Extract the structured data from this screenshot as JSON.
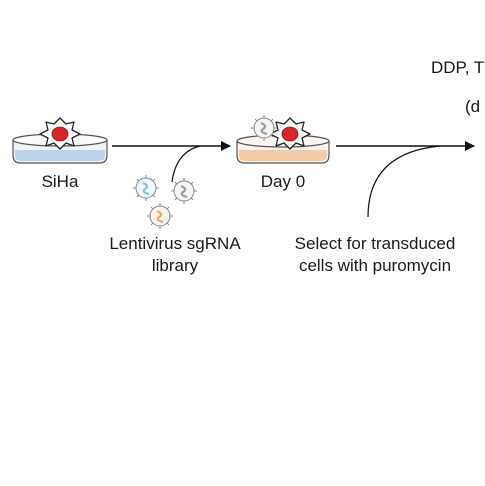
{
  "diagram": {
    "top_label": "DDP, T",
    "top_sublabel": "(d",
    "siha_label": "SiHa",
    "day0_label": "Day 0",
    "lentivirus_label_line1": "Lentivirus sgRNA",
    "lentivirus_label_line2": "library",
    "select_label_line1": "Select for transduced",
    "select_label_line2": "cells with puromycin"
  },
  "colors": {
    "arrow": "#111111",
    "dish_outline": "#555555",
    "siha_medium": "#bcd3ea",
    "day0_medium": "#f3cba8",
    "cell_body": "#ffffff",
    "nucleus": "#d7262a",
    "virus_blue": "#7fc3d9",
    "virus_gray": "#9a9a9a",
    "virus_orange": "#e9a86a"
  },
  "icons": {
    "petri_dish": "petri-dish-icon",
    "cell": "cancer-cell-icon",
    "virus": "lentivirus-particle-icon"
  }
}
